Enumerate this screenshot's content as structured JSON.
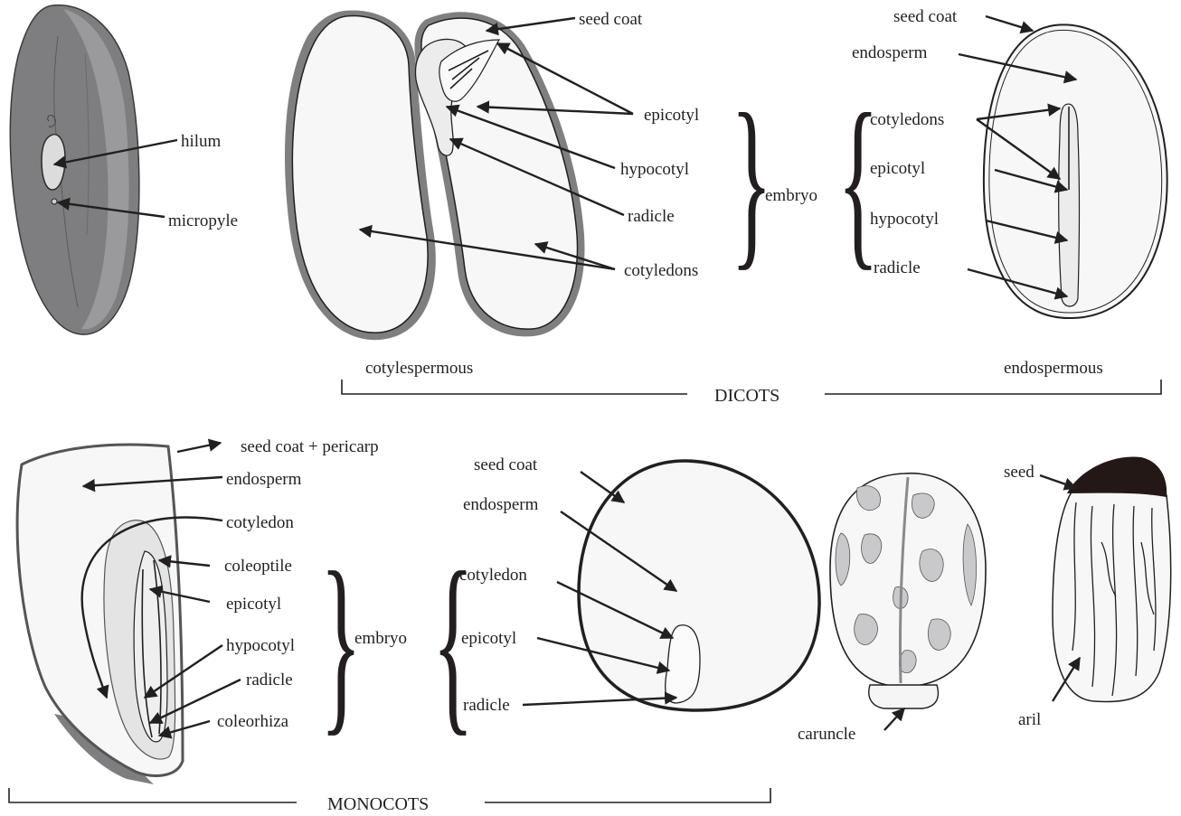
{
  "labels": {
    "seed_exterior": {
      "hilum": "hilum",
      "micropyle": "micropyle"
    },
    "cotylespermous": {
      "seed_coat": "seed coat",
      "epicotyl": "epicotyl",
      "hypocotyl": "hypocotyl",
      "radicle": "radicle",
      "cotyledons": "cotyledons",
      "embryo": "embryo",
      "caption": "cotylespermous"
    },
    "endospermous": {
      "seed_coat": "seed coat",
      "endosperm": "endosperm",
      "cotyledons": "cotyledons",
      "epicotyl": "epicotyl",
      "hypocotyl": "hypocotyl",
      "radicle": "radicle",
      "caption": "endospermous"
    },
    "dicots_group": "DICOTS",
    "monocot_grain": {
      "seed_coat_pericarp": "seed coat + pericarp",
      "endosperm": "endosperm",
      "cotyledon": "cotyledon",
      "coleoptile": "coleoptile",
      "epicotyl": "epicotyl",
      "hypocotyl": "hypocotyl",
      "radicle": "radicle",
      "coleorhiza": "coleorhiza",
      "embryo": "embryo"
    },
    "monocot_seed": {
      "seed_coat": "seed coat",
      "endosperm": "endosperm",
      "cotyledon": "cotyledon",
      "epicotyl": "epicotyl",
      "radicle": "radicle"
    },
    "monocots_group": "MONOCOTS",
    "caruncle_seed": {
      "caruncle": "caruncle"
    },
    "aril_seed": {
      "seed": "seed",
      "aril": "aril"
    }
  },
  "brace_glyph": "}",
  "brace_glyph_open": "{",
  "colors": {
    "ink": "#231f20",
    "seed_dark": "#7d7d80",
    "seed_mid": "#9d9da0",
    "fill_light": "#f6f6f6",
    "fill_gray": "#e4e4e4",
    "aril_seed": "#231815"
  }
}
